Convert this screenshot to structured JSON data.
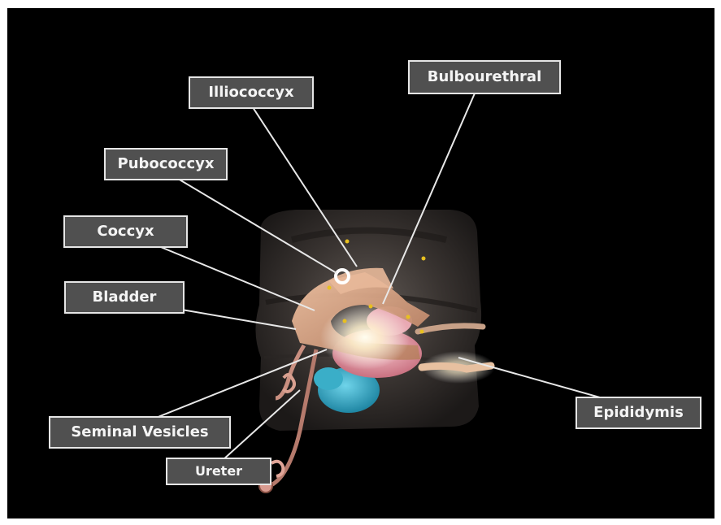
{
  "labels": {
    "illiococcyx": "Illiococcyx",
    "bulbourethral": "Bulbourethral",
    "pubococcyx": "Pubococcyx",
    "coccyx": "Coccyx",
    "bladder": "Bladder",
    "seminal_vesicles": "Seminal Vesicles",
    "ureter": "Ureter",
    "epididymis": "Epididymis"
  },
  "colors": {
    "background": "#000000",
    "label_fill": "#505050",
    "label_border": "#e6e6e6",
    "leader_line": "#e8e8e8",
    "tissue_shell": "#3a3533",
    "pelvic_floor": "#d9a98a",
    "bladder": "#e8a0a8",
    "vesicle": "#3aaec8",
    "ureter": "#c98a7a",
    "marker": "#e8c020"
  },
  "icons": {
    "selection_marker": "ring-marker-icon"
  }
}
